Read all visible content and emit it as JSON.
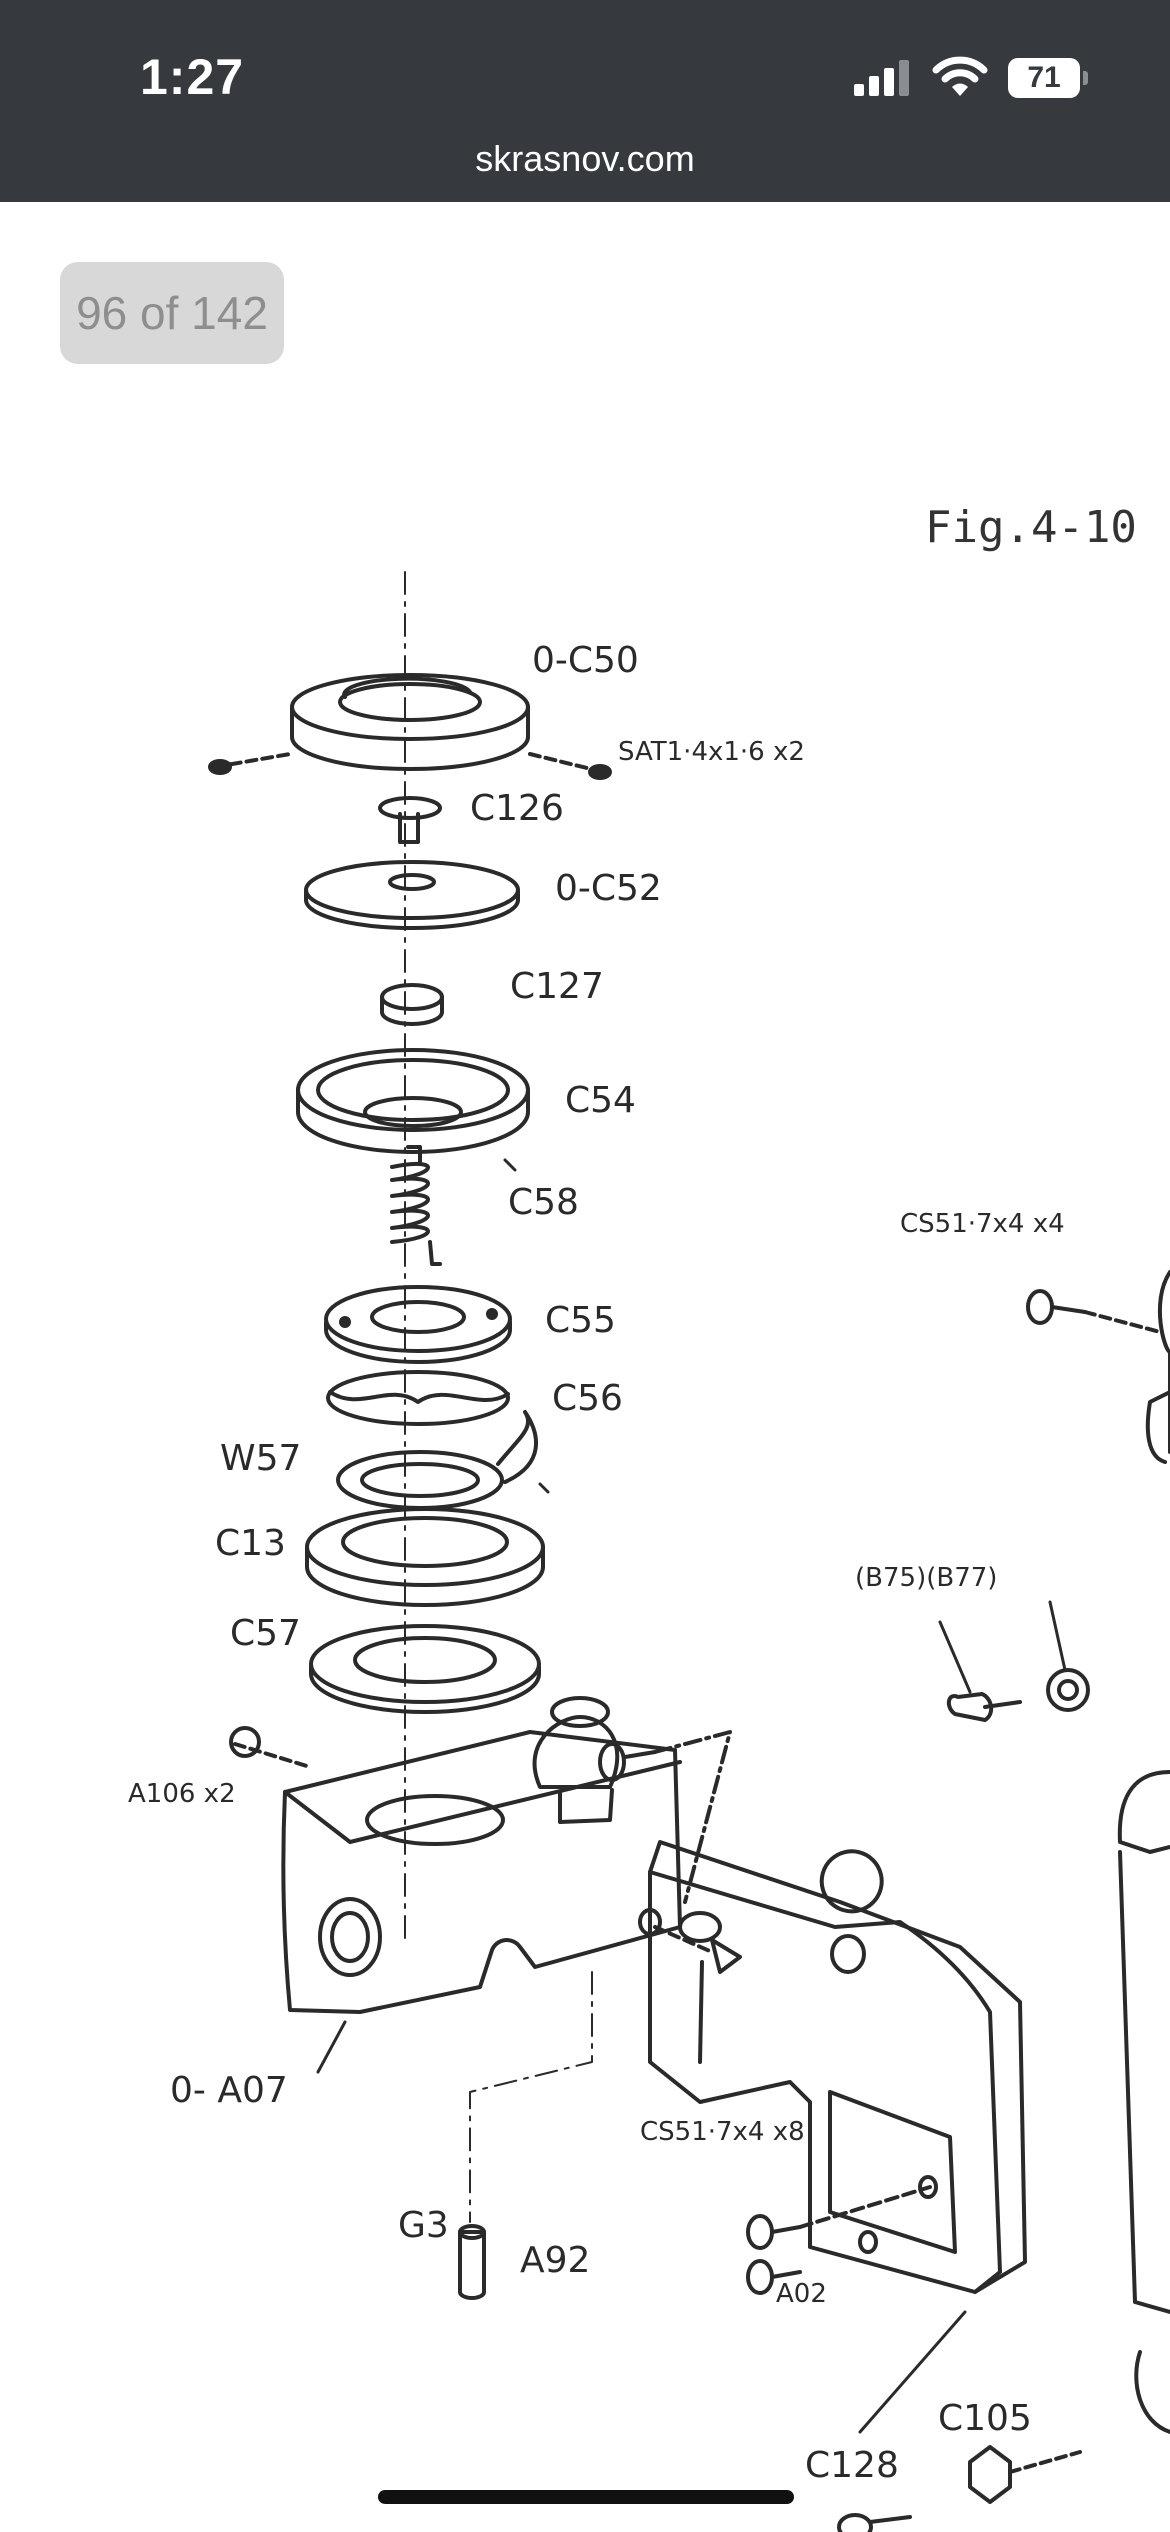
{
  "status_bar": {
    "time": "1:27",
    "battery": "71",
    "url": "skrasnov.com"
  },
  "viewer": {
    "page_counter": "96 of 142"
  },
  "drawing": {
    "figure_title": "Fig.4-10",
    "labels": {
      "oc50": "0-C50",
      "sat": "SAT1·4x1·6 x2",
      "c126": "C126",
      "oc52": "0-C52",
      "c127": "C127",
      "c54": "C54",
      "c58": "C58",
      "cs_top": "CS51·7x4 x4",
      "c55": "C55",
      "c56": "C56",
      "w57": "W57",
      "c13": "C13",
      "b75b77": "(B75)(B77)",
      "c57": "C57",
      "a106": "A106 x2",
      "oa07": "0- A07",
      "cs_bottom": "CS51·7x4 x8",
      "g3": "G3",
      "a92": "A92",
      "a02": "A02",
      "c105": "C105",
      "c128": "C128"
    }
  },
  "colors": {
    "status_bar_bg": "#36393d",
    "page_bg": "#ffffff",
    "counter_bg": "#d8d8d8",
    "counter_text": "#8e8e8e",
    "ink": "#2a2a2a"
  },
  "icons": [
    "signal-icon",
    "wifi-icon",
    "battery-icon"
  ]
}
